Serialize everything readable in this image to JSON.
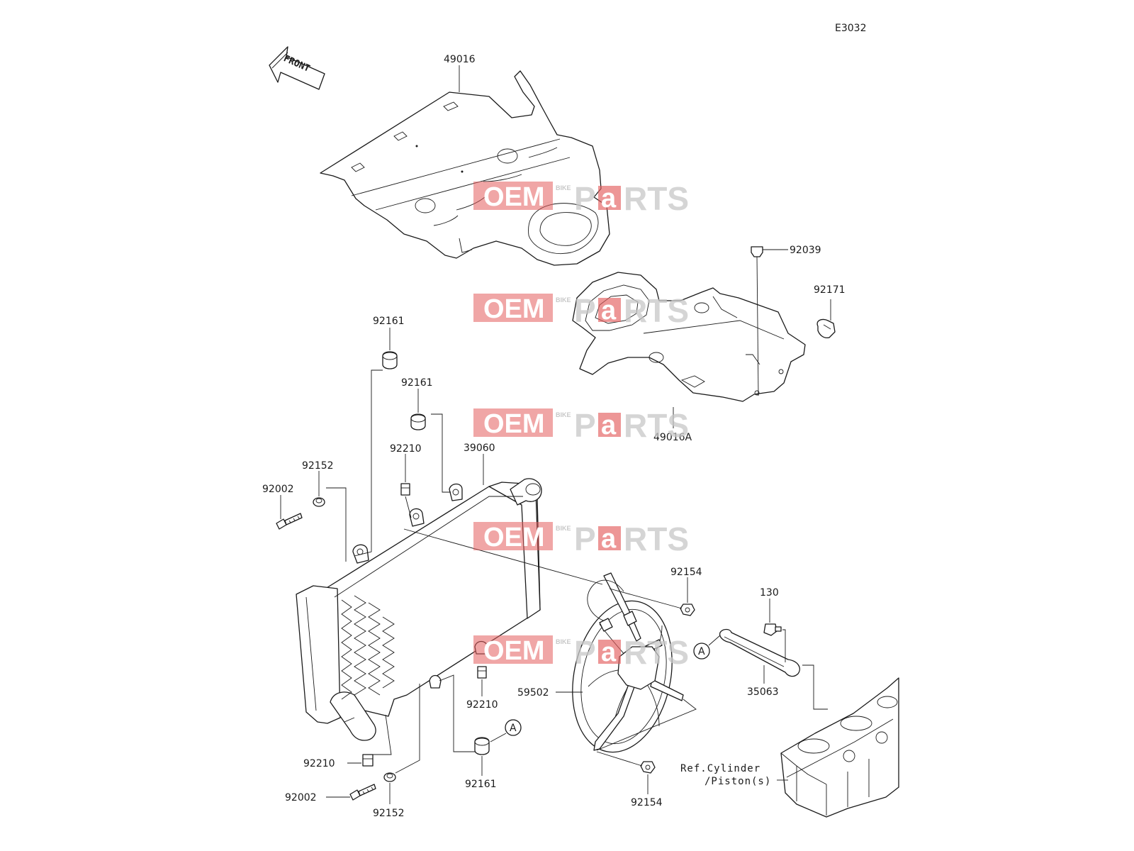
{
  "diagram_code": "E3032",
  "front_arrow_label": "FRONT",
  "watermark": {
    "oem": "OEM",
    "bike": "BIKE",
    "p": "P",
    "a": "a",
    "rts": "RTS"
  },
  "ref_label_a": "A",
  "part_labels": {
    "p49016": "49016",
    "p92039": "92039",
    "p92171": "92171",
    "p49016A": "49016A",
    "p92161_top": "92161",
    "p92161_mid": "92161",
    "p92161_low": "92161",
    "p92210_top": "92210",
    "p92210_right": "92210",
    "p92210_low": "92210",
    "p39060": "39060",
    "p92152_top": "92152",
    "p92152_low": "92152",
    "p92002_top": "92002",
    "p92002_low": "92002",
    "p92154_top": "92154",
    "p92154_low": "92154",
    "p130": "130",
    "p35063": "35063",
    "p59502": "59502"
  },
  "ref_cylinder": {
    "line1": "Ref.Cylinder",
    "line2": "/Piston(s)"
  }
}
